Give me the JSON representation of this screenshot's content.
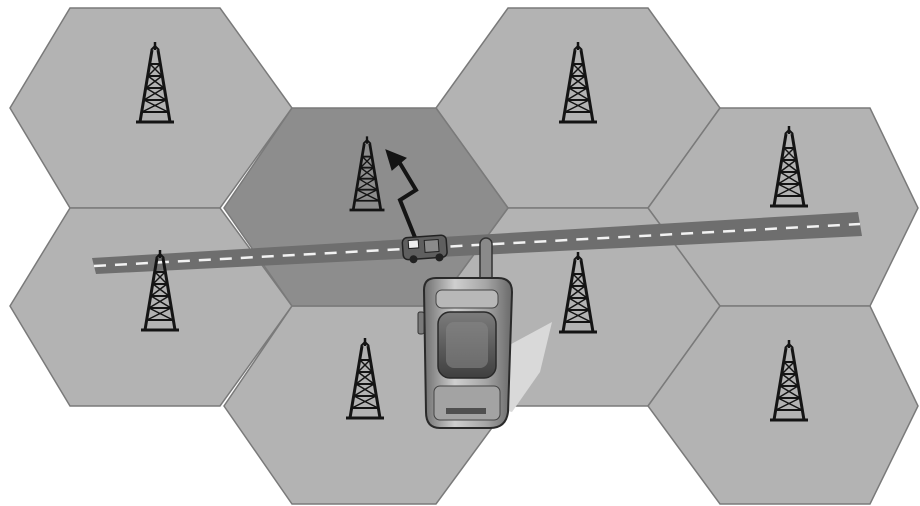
{
  "diagram": {
    "colors": {
      "background": "#ffffff",
      "cell_fill": "#b3b3b3",
      "cell_active_fill": "#8d8d8d",
      "cell_stroke": "#7a7a7a",
      "road": "#6e6e6e",
      "road_dash": "#f2f2f2",
      "tower": "#141414",
      "signal": "#141414",
      "phone_body": "#9c9c9c",
      "phone_screen": "#5a5a5a",
      "shadow": "#d9d9d9"
    },
    "cells": [
      {
        "id": "top-left",
        "active": false,
        "icon": "radio-tower-icon"
      },
      {
        "id": "center-top",
        "active": true,
        "icon": "radio-tower-icon"
      },
      {
        "id": "top-right",
        "active": false,
        "icon": "radio-tower-icon"
      },
      {
        "id": "far-right-upper",
        "active": false,
        "icon": "radio-tower-icon"
      },
      {
        "id": "left-middle",
        "active": false,
        "icon": "radio-tower-icon"
      },
      {
        "id": "center",
        "active": false,
        "icon": "radio-tower-icon"
      },
      {
        "id": "bottom-center",
        "active": false,
        "icon": "radio-tower-icon"
      },
      {
        "id": "bottom-right",
        "active": false,
        "icon": "radio-tower-icon"
      }
    ],
    "objects": [
      "highway-road",
      "car-icon",
      "signal-bolt-icon",
      "mobile-phone-icon"
    ]
  }
}
